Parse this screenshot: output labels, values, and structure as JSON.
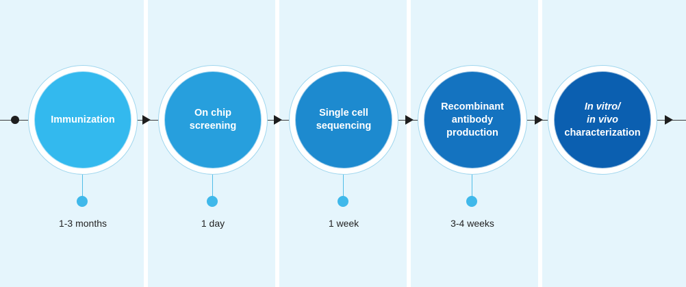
{
  "steps": [
    {
      "lines": [
        "Immunization"
      ],
      "duration": "1-3 months",
      "color": "#33b9ee"
    },
    {
      "lines": [
        "On chip",
        "screening"
      ],
      "duration": "1 day",
      "color": "#279fdd"
    },
    {
      "lines": [
        "Single cell",
        "sequencing"
      ],
      "duration": "1 week",
      "color": "#1d8acf"
    },
    {
      "lines": [
        "Recombinant",
        "antibody",
        "production"
      ],
      "duration": "3-4 weeks",
      "color": "#1473c0"
    },
    {
      "lines": [
        "In vitro/",
        "in vivo",
        "characterization"
      ],
      "duration": "",
      "color": "#0b5fb0"
    }
  ],
  "colors": {
    "panel": "#e5f5fc",
    "connector": "#4fbde8",
    "line": "#3c3c3c"
  }
}
